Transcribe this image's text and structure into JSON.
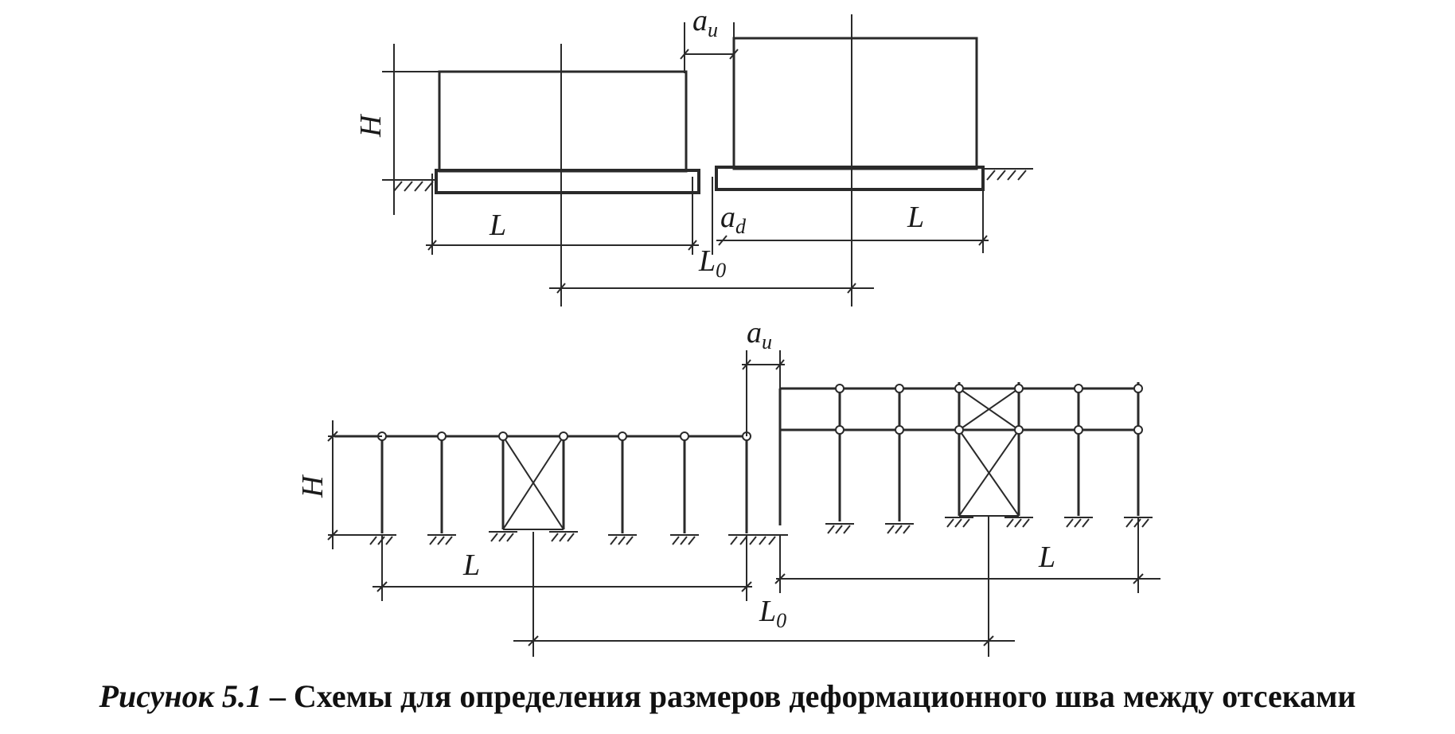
{
  "caption": {
    "figure_label": "Рисунок 5.1",
    "dash": " – ",
    "text": "Схемы для определения размеров деформационного шва между отсеками"
  },
  "diagram": {
    "top": {
      "label_au": "a",
      "label_au_sub": "u",
      "label_ad": "a",
      "label_ad_sub": "d",
      "label_H": "H",
      "label_L_left": "L",
      "label_L_right": "L",
      "label_L0": "L",
      "label_L0_sub": "0"
    },
    "bottom": {
      "label_au": "a",
      "label_au_sub": "u",
      "label_H": "H",
      "label_L_left": "L",
      "label_L_right": "L",
      "label_L0": "L",
      "label_L0_sub": "0"
    }
  },
  "colors": {
    "ink": "#2a2a2a",
    "background": "#ffffff"
  }
}
